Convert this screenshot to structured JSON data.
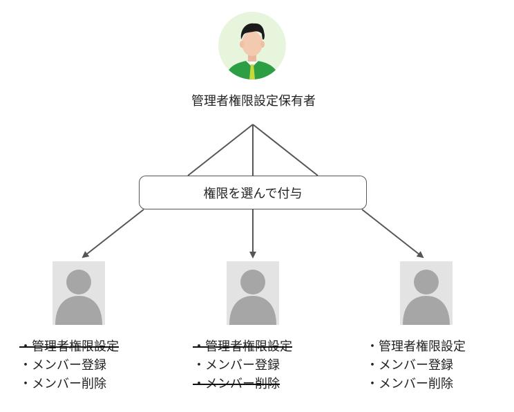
{
  "admin": {
    "label": "管理者権限設定保有者"
  },
  "grant": {
    "label": "権限を選んで付与"
  },
  "members": [
    {
      "permissions": [
        {
          "text": "・管理者権限設定",
          "struck": true
        },
        {
          "text": "・メンバー登録",
          "struck": false
        },
        {
          "text": "・メンバー削除",
          "struck": false
        }
      ]
    },
    {
      "permissions": [
        {
          "text": "・管理者権限設定",
          "struck": true
        },
        {
          "text": "・メンバー登録",
          "struck": false
        },
        {
          "text": "・メンバー削除",
          "struck": true
        }
      ]
    },
    {
      "permissions": [
        {
          "text": "・管理者権限設定",
          "struck": false
        },
        {
          "text": "・メンバー登録",
          "struck": false
        },
        {
          "text": "・メンバー削除",
          "struck": false
        }
      ]
    }
  ],
  "colors": {
    "line": "#555555",
    "admin_bg": "#e6f5dc",
    "admin_shirt": "#2e9e45",
    "admin_hair": "#1b1b1b",
    "admin_skin": "#f3c9b0",
    "member_bg": "#e3e3e3",
    "member_fg": "#a6a6a6"
  },
  "icons": {
    "admin": "admin-person-icon",
    "member": "member-silhouette-icon"
  }
}
